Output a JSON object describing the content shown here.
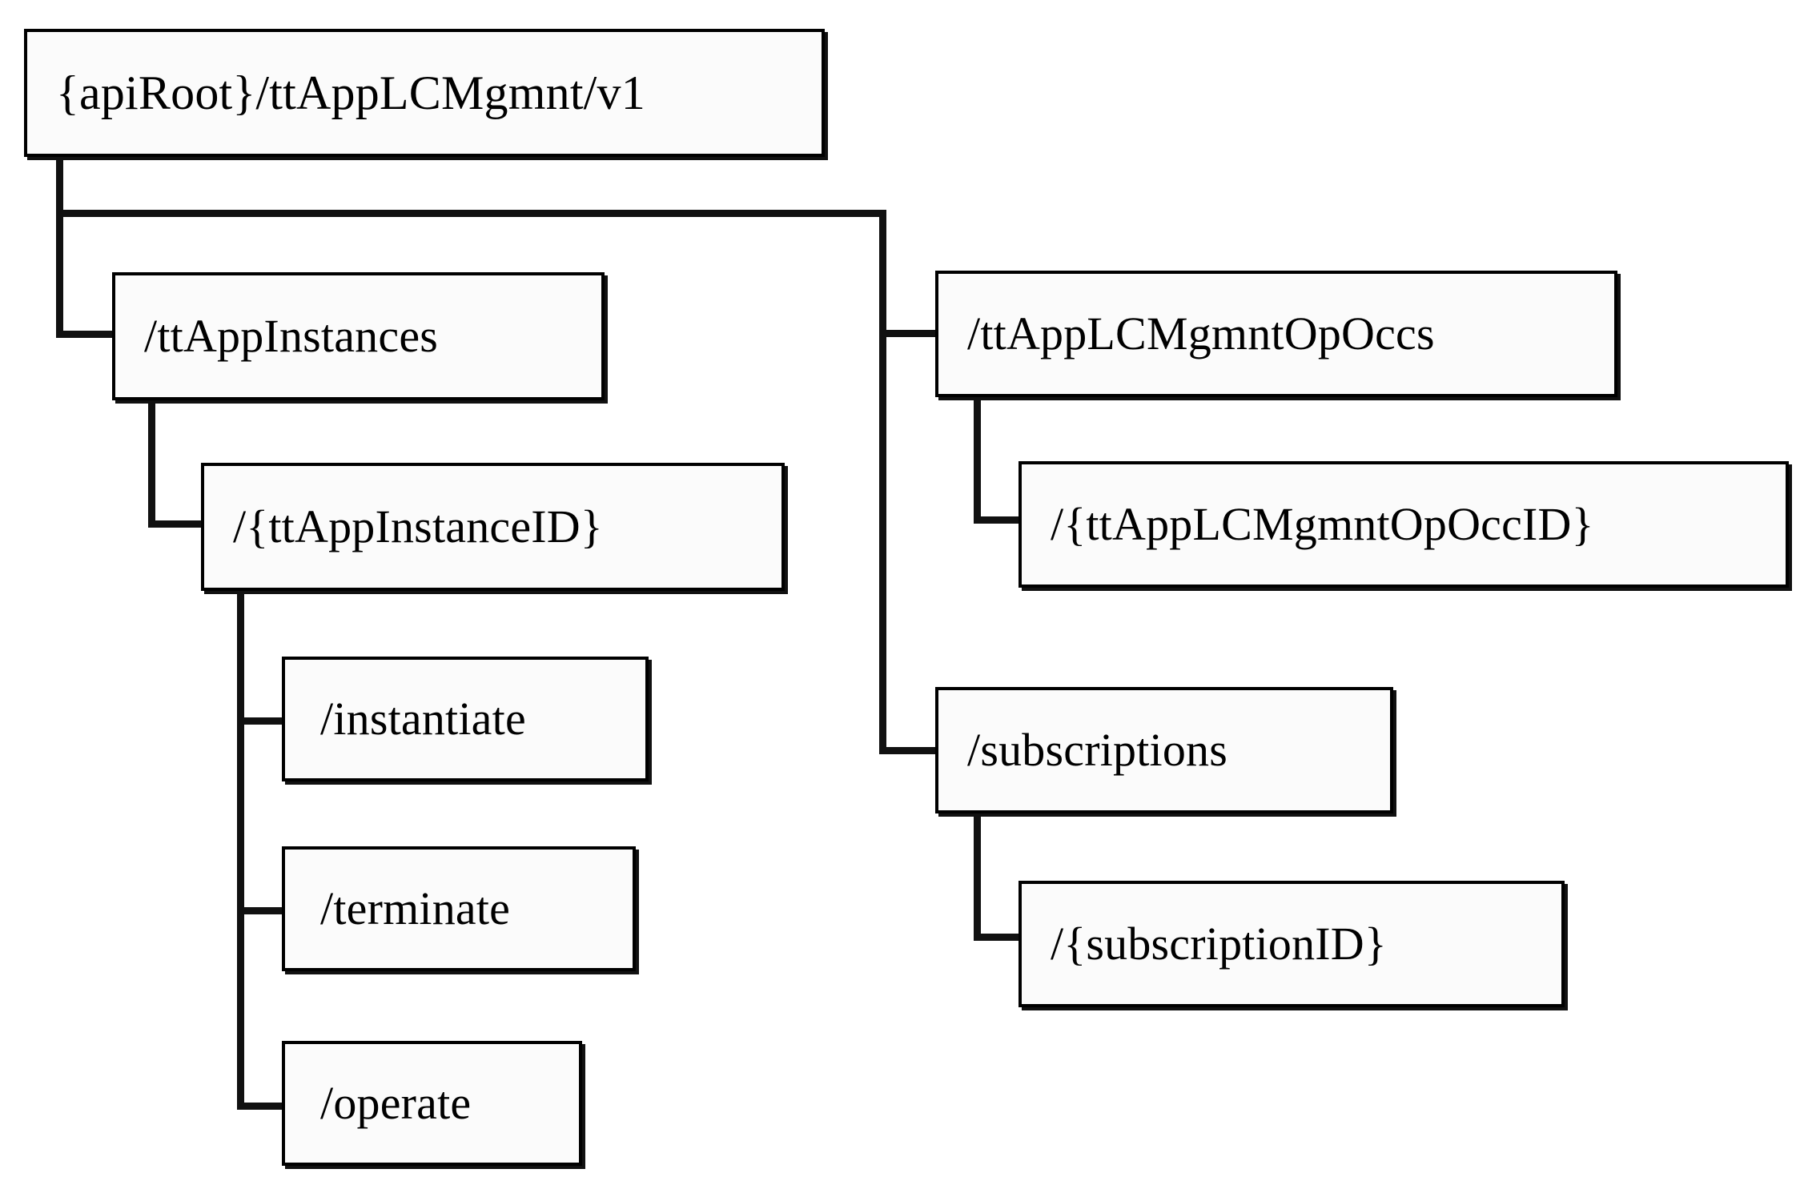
{
  "diagram": {
    "type": "tree",
    "title": "API resource structure",
    "style": {
      "box_fill": "#fbfbfb",
      "box_border": "#000000",
      "line_color": "#111111",
      "text_color": "#000000",
      "background": "#ffffff"
    },
    "nodes": {
      "root": {
        "label": "{apiRoot}/ttAppLCMgmnt/v1"
      },
      "instances": {
        "label": "/ttAppInstances"
      },
      "instance_id": {
        "label": "/{ttAppInstanceID}"
      },
      "instantiate": {
        "label": "/instantiate"
      },
      "terminate": {
        "label": "/terminate"
      },
      "operate": {
        "label": "/operate"
      },
      "op_occs": {
        "label": "/ttAppLCMgmntOpOccs"
      },
      "op_occ_id": {
        "label": "/{ttAppLCMgmntOpOccID}"
      },
      "subscriptions": {
        "label": "/subscriptions"
      },
      "subscription_id": {
        "label": "/{subscriptionID}"
      }
    },
    "edges": [
      {
        "from": "root",
        "to": "instances"
      },
      {
        "from": "root",
        "to": "op_occs"
      },
      {
        "from": "root",
        "to": "subscriptions"
      },
      {
        "from": "instances",
        "to": "instance_id"
      },
      {
        "from": "instance_id",
        "to": "instantiate"
      },
      {
        "from": "instance_id",
        "to": "terminate"
      },
      {
        "from": "instance_id",
        "to": "operate"
      },
      {
        "from": "op_occs",
        "to": "op_occ_id"
      },
      {
        "from": "subscriptions",
        "to": "subscription_id"
      }
    ]
  }
}
